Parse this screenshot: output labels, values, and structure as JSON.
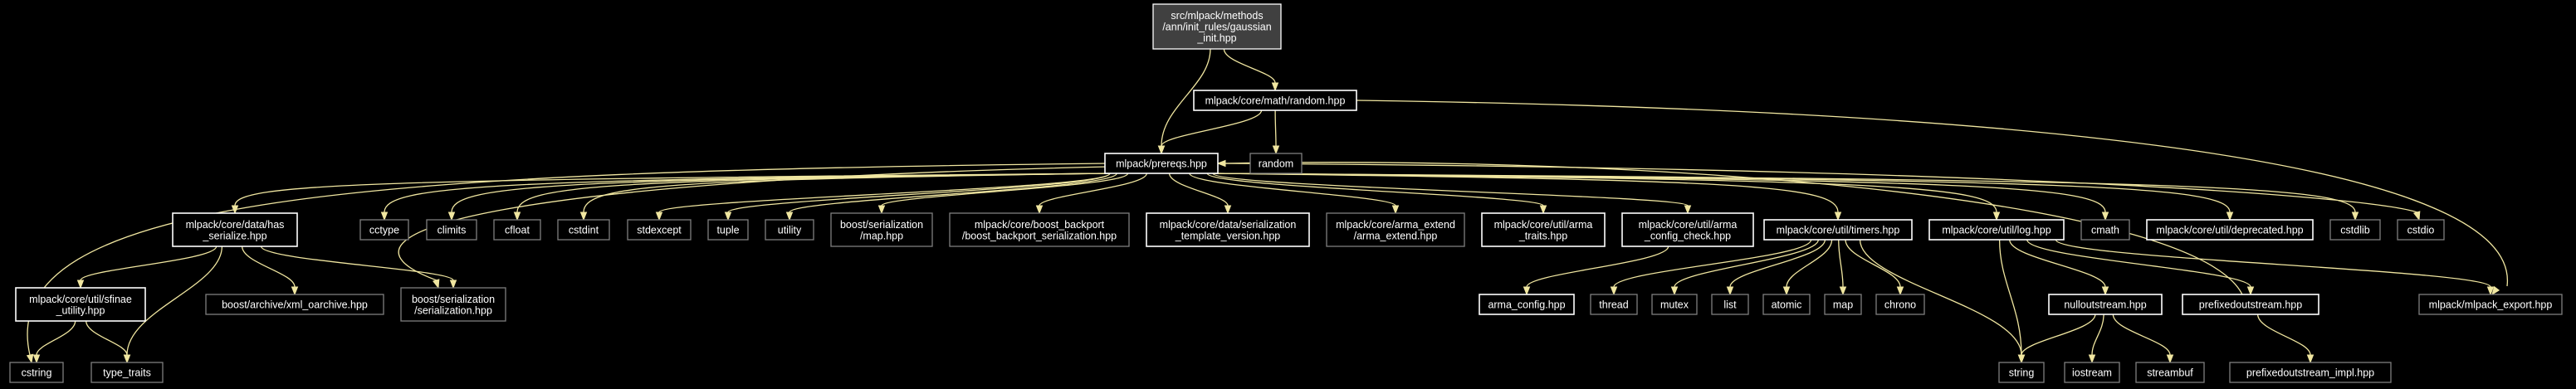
{
  "diagram": {
    "background": "#000000",
    "edge_color": "#f0e6a0",
    "documented_border": "#ffffff",
    "external_border": "#7f7f7f",
    "root_fill": "#404040",
    "nodes": [
      {
        "id": "root",
        "lines": [
          "src/mlpack/methods",
          "/ann/init_rules/gaussian",
          "_init.hpp"
        ]
      },
      {
        "id": "random_hpp",
        "lines": [
          "mlpack/core/math/random.hpp"
        ]
      },
      {
        "id": "random",
        "lines": [
          "random"
        ]
      },
      {
        "id": "prereqs",
        "lines": [
          "mlpack/prereqs.hpp"
        ]
      },
      {
        "id": "has_serialize",
        "lines": [
          "mlpack/core/data/has",
          "_serialize.hpp"
        ]
      },
      {
        "id": "cctype",
        "lines": [
          "cctype"
        ]
      },
      {
        "id": "climits",
        "lines": [
          "climits"
        ]
      },
      {
        "id": "cfloat",
        "lines": [
          "cfloat"
        ]
      },
      {
        "id": "cstdint",
        "lines": [
          "cstdint"
        ]
      },
      {
        "id": "stdexcept",
        "lines": [
          "stdexcept"
        ]
      },
      {
        "id": "tuple",
        "lines": [
          "tuple"
        ]
      },
      {
        "id": "utility",
        "lines": [
          "utility"
        ]
      },
      {
        "id": "boost_map",
        "lines": [
          "boost/serialization",
          "/map.hpp"
        ]
      },
      {
        "id": "boost_backport",
        "lines": [
          "mlpack/core/boost_backport",
          "/boost_backport_serialization.hpp"
        ]
      },
      {
        "id": "template_version",
        "lines": [
          "mlpack/core/data/serialization",
          "_template_version.hpp"
        ]
      },
      {
        "id": "arma_extend",
        "lines": [
          "mlpack/core/arma_extend",
          "/arma_extend.hpp"
        ]
      },
      {
        "id": "arma_traits",
        "lines": [
          "mlpack/core/util/arma",
          "_traits.hpp"
        ]
      },
      {
        "id": "arma_config_check",
        "lines": [
          "mlpack/core/util/arma",
          "_config_check.hpp"
        ]
      },
      {
        "id": "timers",
        "lines": [
          "mlpack/core/util/timers.hpp"
        ]
      },
      {
        "id": "log",
        "lines": [
          "mlpack/core/util/log.hpp"
        ]
      },
      {
        "id": "cmath",
        "lines": [
          "cmath"
        ]
      },
      {
        "id": "deprecated",
        "lines": [
          "mlpack/core/util/deprecated.hpp"
        ]
      },
      {
        "id": "cstdlib",
        "lines": [
          "cstdlib"
        ]
      },
      {
        "id": "cstdio",
        "lines": [
          "cstdio"
        ]
      },
      {
        "id": "sfinae",
        "lines": [
          "mlpack/core/util/sfinae",
          "_utility.hpp"
        ]
      },
      {
        "id": "xml_oarchive",
        "lines": [
          "boost/archive/xml_oarchive.hpp"
        ]
      },
      {
        "id": "boost_serialization",
        "lines": [
          "boost/serialization",
          "/serialization.hpp"
        ]
      },
      {
        "id": "cstring",
        "lines": [
          "cstring"
        ]
      },
      {
        "id": "type_traits",
        "lines": [
          "type_traits"
        ]
      },
      {
        "id": "arma_config",
        "lines": [
          "arma_config.hpp"
        ]
      },
      {
        "id": "thread",
        "lines": [
          "thread"
        ]
      },
      {
        "id": "mutex",
        "lines": [
          "mutex"
        ]
      },
      {
        "id": "list",
        "lines": [
          "list"
        ]
      },
      {
        "id": "atomic",
        "lines": [
          "atomic"
        ]
      },
      {
        "id": "map",
        "lines": [
          "map"
        ]
      },
      {
        "id": "chrono",
        "lines": [
          "chrono"
        ]
      },
      {
        "id": "nulloutstream",
        "lines": [
          "nulloutstream.hpp"
        ]
      },
      {
        "id": "prefixedoutstream",
        "lines": [
          "prefixedoutstream.hpp"
        ]
      },
      {
        "id": "mlpack_export",
        "lines": [
          "mlpack/mlpack_export.hpp"
        ]
      },
      {
        "id": "string",
        "lines": [
          "string"
        ]
      },
      {
        "id": "iostream",
        "lines": [
          "iostream"
        ]
      },
      {
        "id": "streambuf",
        "lines": [
          "streambuf"
        ]
      },
      {
        "id": "prefixedoutstream_impl",
        "lines": [
          "prefixedoutstream_impl.hpp"
        ]
      }
    ],
    "edges": [
      [
        "root",
        "random_hpp"
      ],
      [
        "root",
        "prereqs"
      ],
      [
        "random_hpp",
        "prereqs"
      ],
      [
        "random_hpp",
        "random"
      ],
      [
        "random_hpp",
        "mlpack_export"
      ],
      [
        "prereqs",
        "has_serialize"
      ],
      [
        "prereqs",
        "cctype"
      ],
      [
        "prereqs",
        "climits"
      ],
      [
        "prereqs",
        "cfloat"
      ],
      [
        "prereqs",
        "cstdint"
      ],
      [
        "prereqs",
        "stdexcept"
      ],
      [
        "prereqs",
        "tuple"
      ],
      [
        "prereqs",
        "utility"
      ],
      [
        "prereqs",
        "boost_map"
      ],
      [
        "prereqs",
        "boost_backport"
      ],
      [
        "prereqs",
        "template_version"
      ],
      [
        "prereqs",
        "arma_extend"
      ],
      [
        "prereqs",
        "arma_traits"
      ],
      [
        "prereqs",
        "arma_config_check"
      ],
      [
        "prereqs",
        "timers"
      ],
      [
        "prereqs",
        "log"
      ],
      [
        "prereqs",
        "cmath"
      ],
      [
        "prereqs",
        "deprecated"
      ],
      [
        "prereqs",
        "cstdlib"
      ],
      [
        "prereqs",
        "cstdio"
      ],
      [
        "prereqs",
        "cstring"
      ],
      [
        "prereqs",
        "boost_serialization"
      ],
      [
        "has_serialize",
        "sfinae"
      ],
      [
        "has_serialize",
        "xml_oarchive"
      ],
      [
        "has_serialize",
        "boost_serialization"
      ],
      [
        "has_serialize",
        "type_traits"
      ],
      [
        "sfinae",
        "cstring"
      ],
      [
        "sfinae",
        "type_traits"
      ],
      [
        "arma_config_check",
        "arma_config"
      ],
      [
        "timers",
        "thread"
      ],
      [
        "timers",
        "mutex"
      ],
      [
        "timers",
        "list"
      ],
      [
        "timers",
        "atomic"
      ],
      [
        "timers",
        "map"
      ],
      [
        "timers",
        "chrono"
      ],
      [
        "timers",
        "string"
      ],
      [
        "log",
        "string"
      ],
      [
        "log",
        "nulloutstream"
      ],
      [
        "log",
        "prefixedoutstream"
      ],
      [
        "log",
        "mlpack_export"
      ],
      [
        "nulloutstream",
        "string"
      ],
      [
        "nulloutstream",
        "iostream"
      ],
      [
        "nulloutstream",
        "streambuf"
      ],
      [
        "prefixedoutstream",
        "prefixedoutstream_impl"
      ],
      [
        "prefixedoutstream",
        "prereqs"
      ]
    ]
  }
}
